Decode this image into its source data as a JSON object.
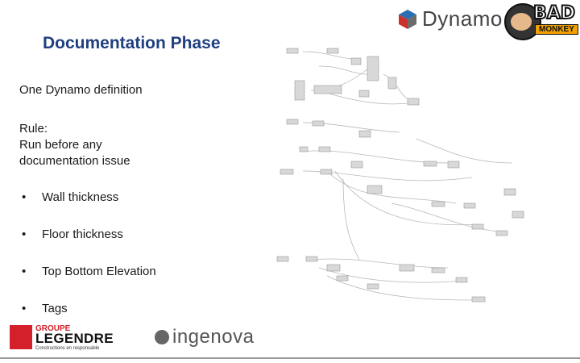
{
  "title": "Documentation Phase",
  "subtitle": "One Dynamo definition",
  "rule_label": "Rule:",
  "rule_text_line1": "Run before any",
  "rule_text_line2": "documentation issue",
  "bullet_symbol": "•",
  "bullets": [
    "Wall thickness",
    "Floor thickness",
    "Top Bottom Elevation",
    "Tags"
  ],
  "logos": {
    "dynamo": "Dynamo",
    "bad_monkey_line1": "BAD",
    "bad_monkey_line2": "MONKEY",
    "legendre_line1": "GROUPE",
    "legendre_line2": "LEGENDRE",
    "legendre_tagline": "Constructions en responsable",
    "ingenova": "ingenova"
  },
  "colors": {
    "title": "#1f3f80",
    "legendre_red": "#d3202a",
    "monkey_orange": "#f2a100"
  },
  "image": {
    "description_icon": "dynamo-graph-screenshot"
  }
}
